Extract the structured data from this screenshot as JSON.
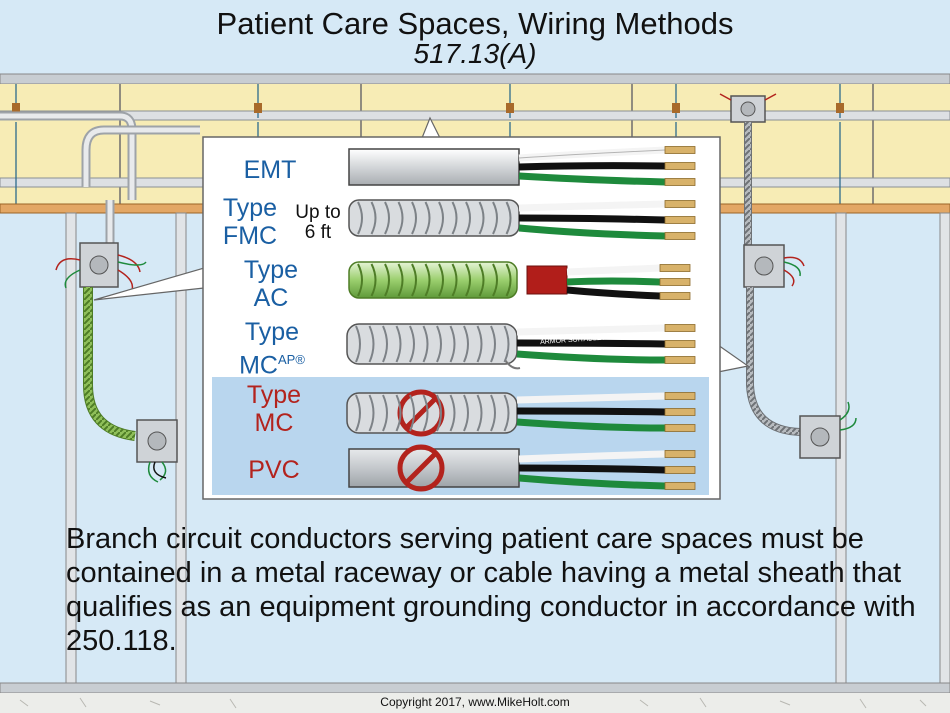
{
  "title": "Patient Care Spaces, Wiring Methods",
  "subtitle": "517.13(A)",
  "rows": [
    {
      "label_line1": "EMT",
      "label_line2": ""
    },
    {
      "label_line1": "Type",
      "label_line2": "FMC",
      "note_line1": "Up to",
      "note_line2": "6 ft"
    },
    {
      "label_line1": "Type",
      "label_line2": "AC"
    },
    {
      "label_line1": "Type",
      "label_line2": "MC",
      "label_sup": "AP®",
      "cable_text": "ARMOR SUITABLE AS EGC"
    },
    {
      "label_line1": "Type",
      "label_line2": "MC"
    },
    {
      "label_line1": "PVC",
      "label_line2": ""
    }
  ],
  "description": "Branch circuit conductors serving patient care spaces must be contained in a metal raceway or cable having a metal sheath that qualifies as an equipment grounding conductor in accordance with 250.118.",
  "copyright": "Copyright 2017, www.MikeHolt.com",
  "colors": {
    "background": "#d6e9f6",
    "ceiling": "#f7ecb5",
    "label_blue": "#1a5fa3",
    "label_red": "#b3231d",
    "prohibited_highlight": "#b9d6ee",
    "conductor_green": "#1e8a3c",
    "conductor_black": "#111111",
    "conductor_white": "#f4f4f4",
    "copper": "#d8b26a"
  },
  "icons": [
    "junction-box-icon",
    "prohibited-icon"
  ]
}
